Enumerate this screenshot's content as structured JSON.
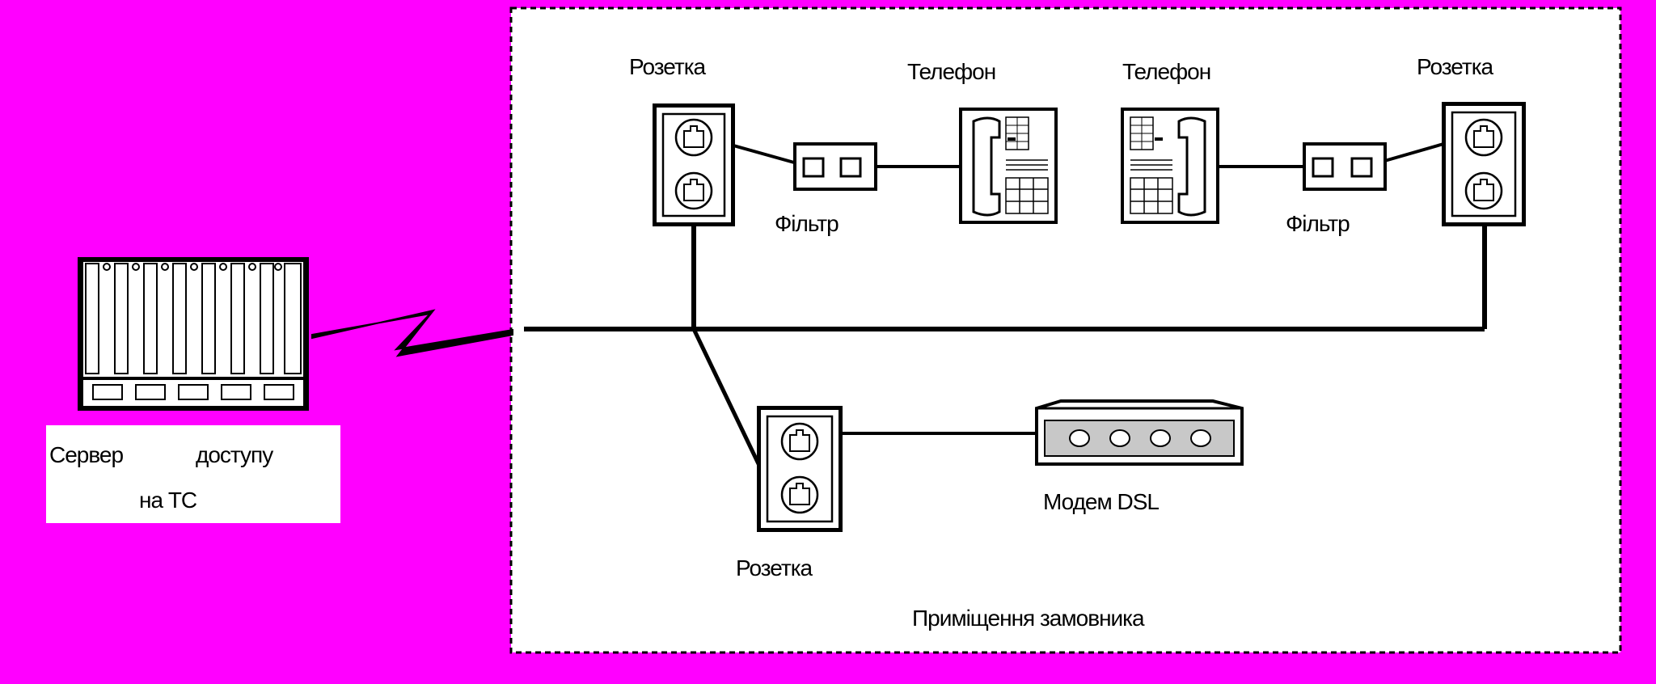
{
  "background_color": "#ff00ff",
  "labels": {
    "outlet_top_left": "Розетка",
    "phone_left": "Телефон",
    "phone_right": "Телефон",
    "outlet_top_right": "Розетка",
    "filter_left": "Фільтр",
    "filter_right": "Фільтр",
    "outlet_bottom": "Розетка",
    "modem": "Модем DSL",
    "premises": "Приміщення замовника",
    "server_line1_a": "Сервер",
    "server_line1_b": "доступу",
    "server_line2": "на ТС"
  }
}
